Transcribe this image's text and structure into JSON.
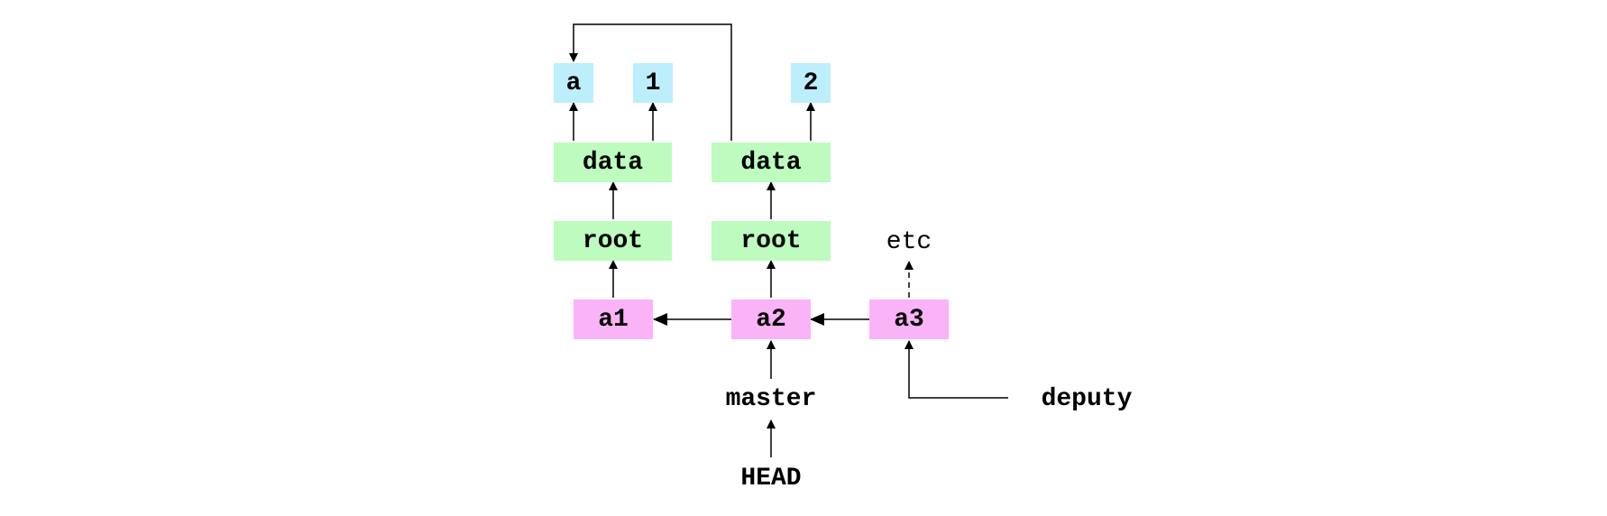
{
  "colors": {
    "blob": "#bdeefb",
    "tree": "#bdfbbe",
    "commit": "#fbb3f7",
    "line": "#000000"
  },
  "blobs": {
    "a": "a",
    "one": "1",
    "two": "2"
  },
  "trees": {
    "data_left": "data",
    "data_right": "data",
    "root_left": "root",
    "root_right": "root"
  },
  "commits": {
    "a1": "a1",
    "a2": "a2",
    "a3": "a3"
  },
  "refs": {
    "master": "master",
    "head": "HEAD",
    "deputy": "deputy"
  },
  "continuation": "etc"
}
